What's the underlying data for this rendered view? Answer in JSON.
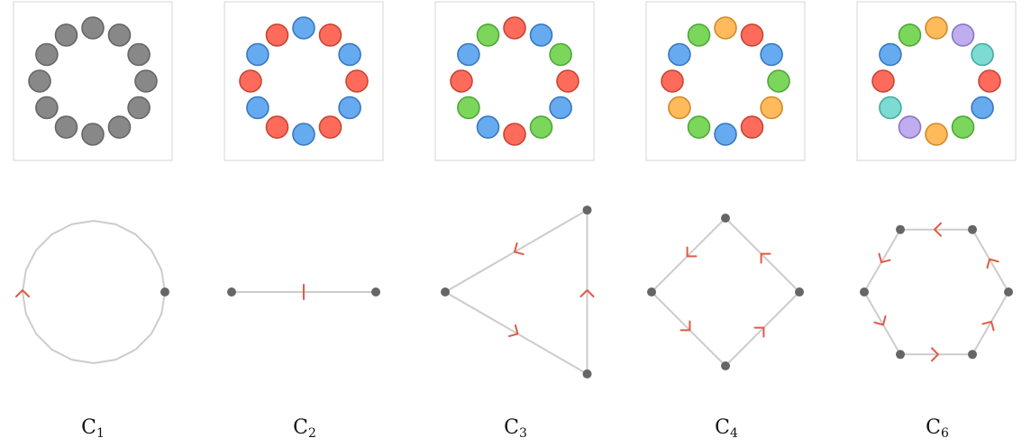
{
  "colors": {
    "gray": {
      "fill": "#888888",
      "stroke": "#666666"
    },
    "red": {
      "fill": "#ff6b5b",
      "stroke": "#c94434"
    },
    "blue": {
      "fill": "#66aaf0",
      "stroke": "#3878c0"
    },
    "green": {
      "fill": "#7cd65c",
      "stroke": "#4ea838"
    },
    "orange": {
      "fill": "#ffba5c",
      "stroke": "#d08a2a"
    },
    "purple": {
      "fill": "#bfadf0",
      "stroke": "#8a74c4"
    },
    "teal": {
      "fill": "#7cdcd4",
      "stroke": "#44aaa2"
    }
  },
  "panels": [
    {
      "label_base": "C",
      "label_sub": "1",
      "beads": [
        "gray",
        "gray",
        "gray",
        "gray",
        "gray",
        "gray",
        "gray",
        "gray",
        "gray",
        "gray",
        "gray",
        "gray"
      ],
      "graph": "loop"
    },
    {
      "label_base": "C",
      "label_sub": "2",
      "beads": [
        "blue",
        "red",
        "blue",
        "red",
        "blue",
        "red",
        "blue",
        "red",
        "blue",
        "red",
        "blue",
        "red"
      ],
      "graph": "segment"
    },
    {
      "label_base": "C",
      "label_sub": "3",
      "beads": [
        "red",
        "blue",
        "green",
        "red",
        "blue",
        "green",
        "red",
        "blue",
        "green",
        "red",
        "blue",
        "green"
      ],
      "graph": "triangle"
    },
    {
      "label_base": "C",
      "label_sub": "4",
      "beads": [
        "orange",
        "red",
        "blue",
        "green",
        "orange",
        "red",
        "blue",
        "green",
        "orange",
        "red",
        "blue",
        "green"
      ],
      "graph": "square"
    },
    {
      "label_base": "C",
      "label_sub": "6",
      "beads": [
        "orange",
        "purple",
        "teal",
        "red",
        "blue",
        "green",
        "orange",
        "purple",
        "teal",
        "red",
        "blue",
        "green"
      ],
      "graph": "hexagon"
    }
  ]
}
